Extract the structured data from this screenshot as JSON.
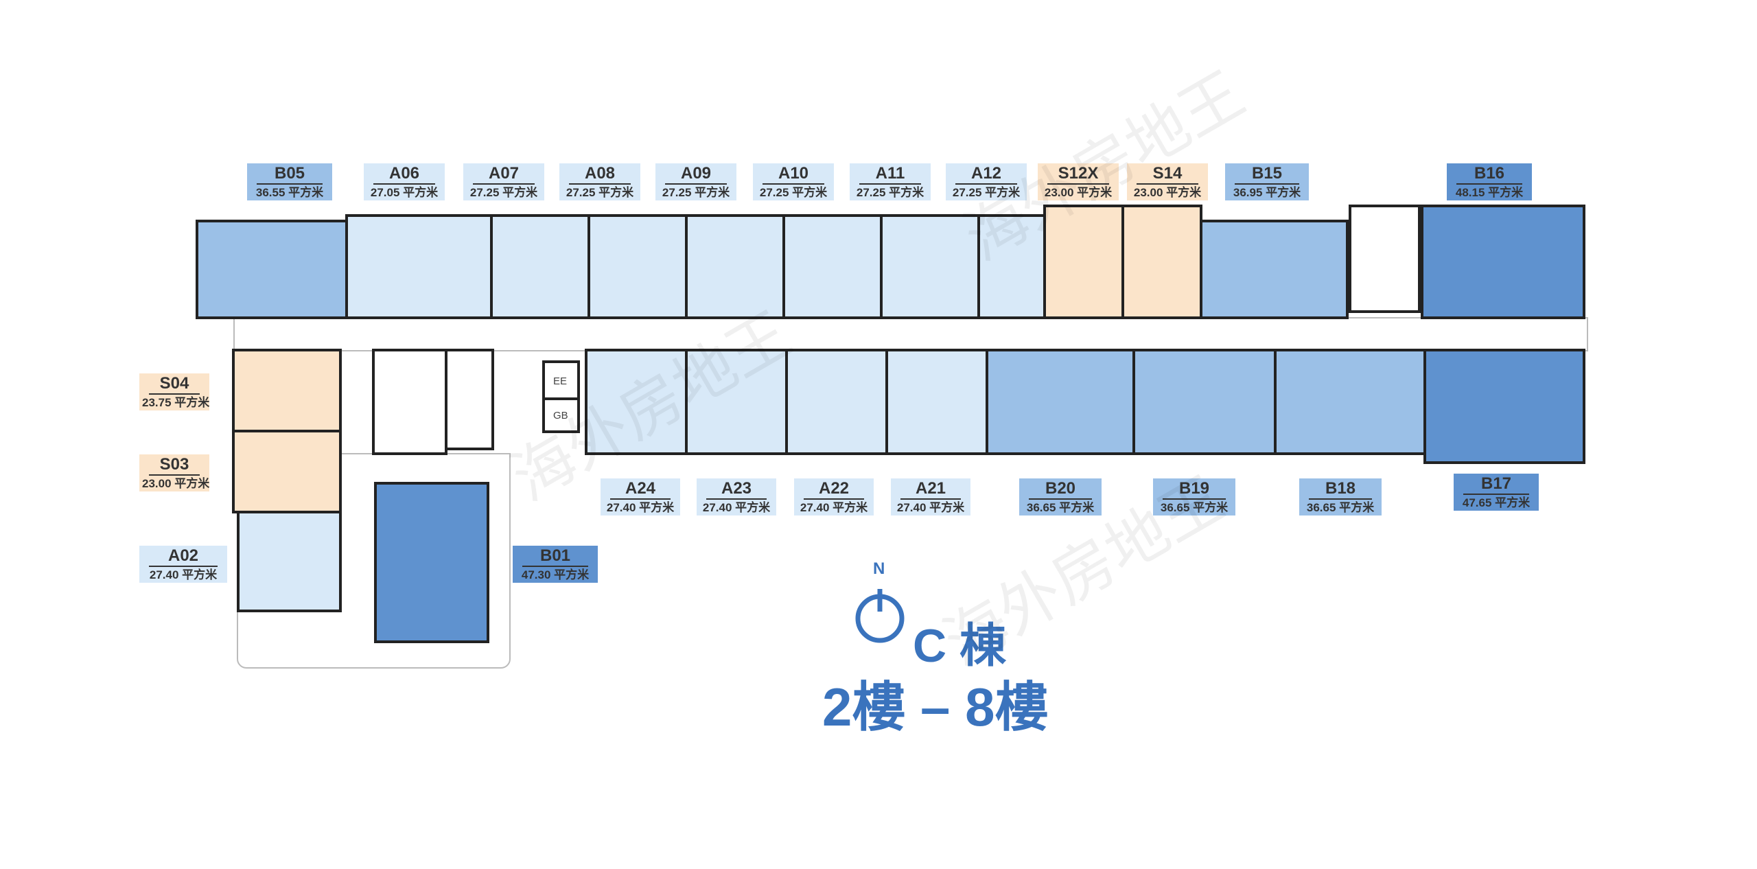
{
  "watermark": "海外房地王",
  "building": {
    "name": "C 棟",
    "floors": "2樓 – 8樓",
    "compass_label": "N"
  },
  "colors": {
    "light_blue": "#d8e9f8",
    "mid_blue": "#9bc0e7",
    "dark_blue": "#5f92cf",
    "peach": "#fbe4ca",
    "title_blue": "#3a73bd"
  },
  "facilities": {
    "ee": "EE",
    "gb": "GB"
  },
  "units": {
    "B05": {
      "code": "B05",
      "area": "36.55 平方米"
    },
    "A06": {
      "code": "A06",
      "area": "27.05 平方米"
    },
    "A07": {
      "code": "A07",
      "area": "27.25 平方米"
    },
    "A08": {
      "code": "A08",
      "area": "27.25 平方米"
    },
    "A09": {
      "code": "A09",
      "area": "27.25 平方米"
    },
    "A10": {
      "code": "A10",
      "area": "27.25 平方米"
    },
    "A11": {
      "code": "A11",
      "area": "27.25 平方米"
    },
    "A12": {
      "code": "A12",
      "area": "27.25 平方米"
    },
    "S12X": {
      "code": "S12X",
      "area": "23.00 平方米"
    },
    "S14": {
      "code": "S14",
      "area": "23.00 平方米"
    },
    "B15": {
      "code": "B15",
      "area": "36.95 平方米"
    },
    "B16": {
      "code": "B16",
      "area": "48.15 平方米"
    },
    "S04": {
      "code": "S04",
      "area": "23.75 平方米"
    },
    "S03": {
      "code": "S03",
      "area": "23.00 平方米"
    },
    "A02": {
      "code": "A02",
      "area": "27.40 平方米"
    },
    "B01": {
      "code": "B01",
      "area": "47.30 平方米"
    },
    "A24": {
      "code": "A24",
      "area": "27.40 平方米"
    },
    "A23": {
      "code": "A23",
      "area": "27.40 平方米"
    },
    "A22": {
      "code": "A22",
      "area": "27.40 平方米"
    },
    "A21": {
      "code": "A21",
      "area": "27.40 平方米"
    },
    "B20": {
      "code": "B20",
      "area": "36.65 平方米"
    },
    "B19": {
      "code": "B19",
      "area": "36.65 平方米"
    },
    "B18": {
      "code": "B18",
      "area": "36.65 平方米"
    },
    "B17": {
      "code": "B17",
      "area": "47.65 平方米"
    }
  }
}
